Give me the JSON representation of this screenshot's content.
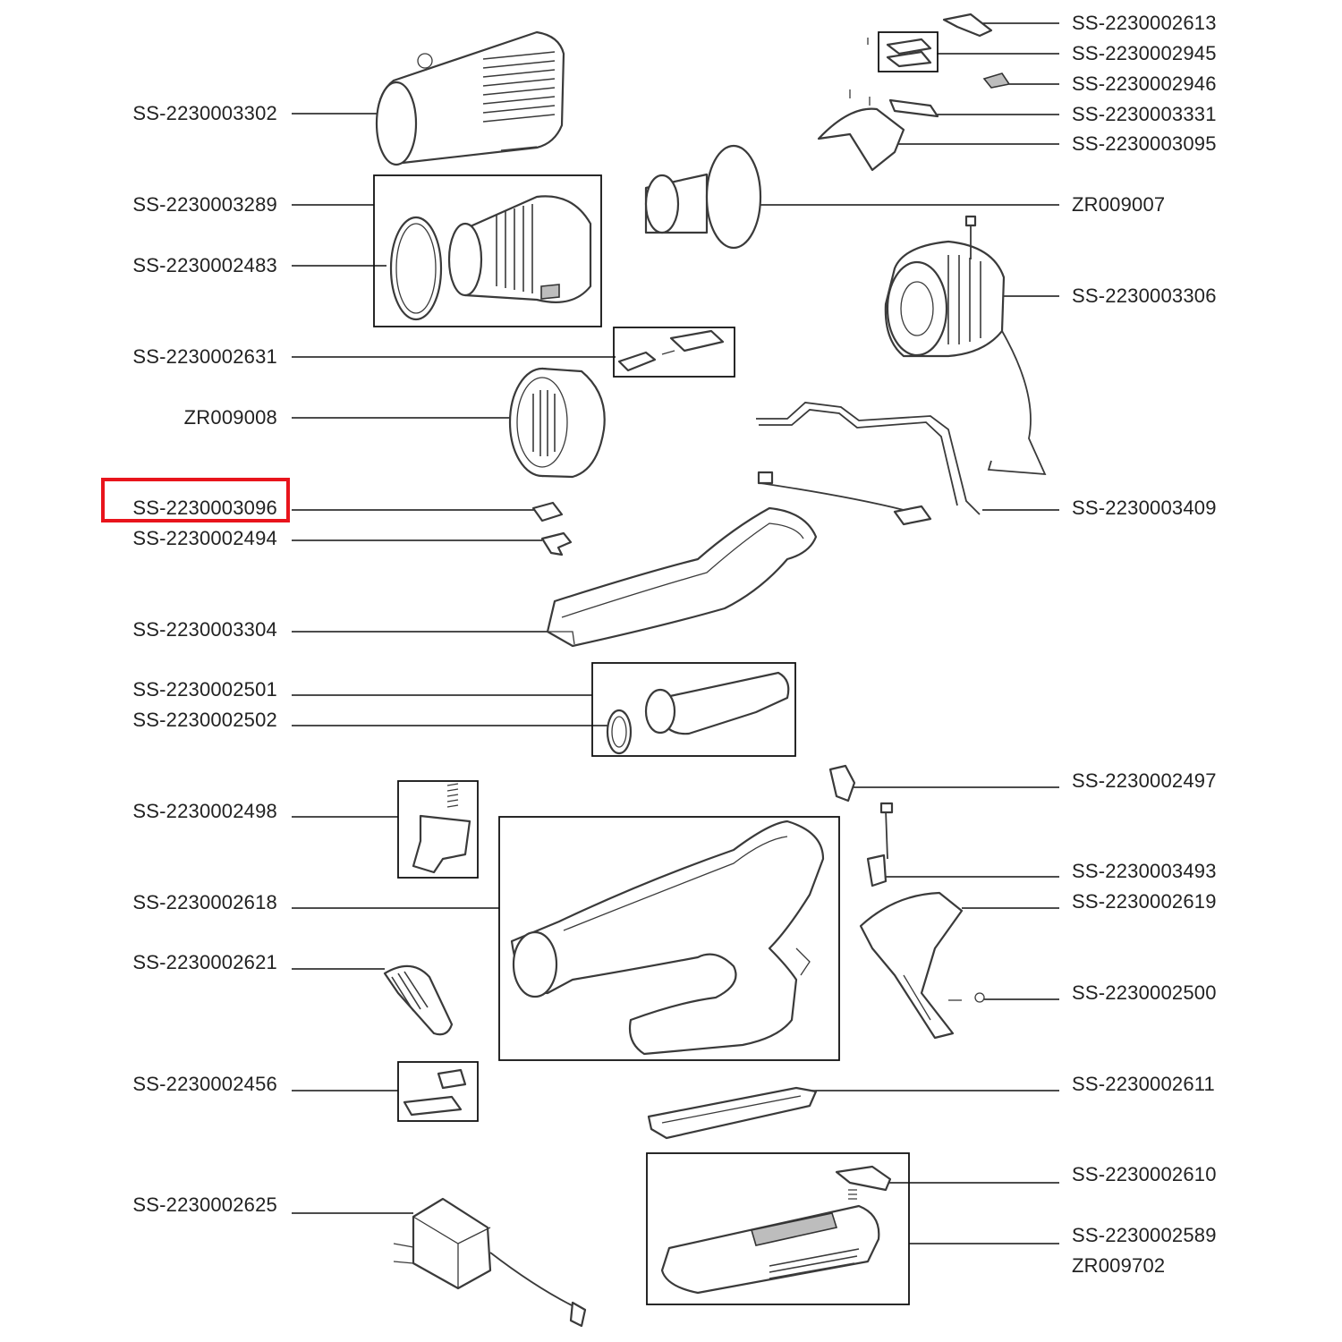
{
  "highlight_color": "#e8141c",
  "highlighted_part": "SS-2230003096",
  "labels_left": [
    "SS-2230003302",
    "SS-2230003289",
    "SS-2230002483",
    "SS-2230002631",
    "ZR009008",
    "SS-2230003096",
    "SS-2230002494",
    "SS-2230003304",
    "SS-2230002501",
    "SS-2230002502",
    "SS-2230002498",
    "SS-2230002618",
    "SS-2230002621",
    "SS-2230002456",
    "SS-2230002625"
  ],
  "labels_right": [
    "SS-2230002613",
    "SS-2230002945",
    "SS-2230002946",
    "SS-2230003331",
    "SS-2230003095",
    "ZR009007",
    "SS-2230003306",
    "SS-2230003409",
    "SS-2230002497",
    "SS-2230003493",
    "SS-2230002619",
    "SS-2230002500",
    "SS-2230002611",
    "SS-2230002610",
    "SS-2230002589",
    "ZR009702"
  ]
}
